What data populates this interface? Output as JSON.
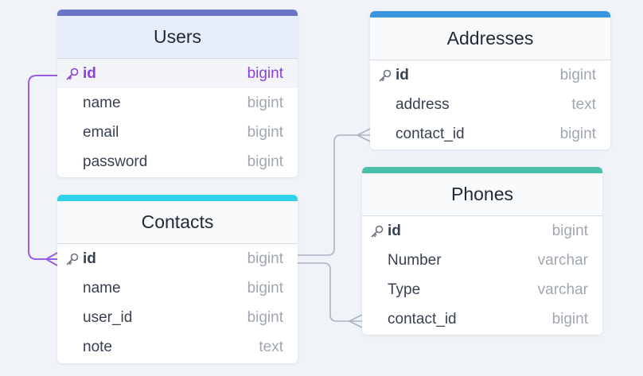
{
  "colors": {
    "users_accent": "#6b73c8",
    "contacts_accent": "#2ed3ea",
    "addresses_accent": "#3a95e0",
    "phones_accent": "#4bbfa9",
    "highlight_relation": "#9b5de5",
    "relation_line": "#a9b4c2"
  },
  "tables": {
    "users": {
      "title": "Users",
      "fields": [
        {
          "name": "id",
          "type": "bigint",
          "pk": true,
          "highlight": true
        },
        {
          "name": "name",
          "type": "bigint"
        },
        {
          "name": "email",
          "type": "bigint"
        },
        {
          "name": "password",
          "type": "bigint"
        }
      ]
    },
    "contacts": {
      "title": "Contacts",
      "fields": [
        {
          "name": "id",
          "type": "bigint",
          "pk": true
        },
        {
          "name": "name",
          "type": "bigint"
        },
        {
          "name": "user_id",
          "type": "bigint"
        },
        {
          "name": "note",
          "type": "text"
        }
      ]
    },
    "addresses": {
      "title": "Addresses",
      "fields": [
        {
          "name": "id",
          "type": "bigint",
          "pk": true
        },
        {
          "name": "address",
          "type": "text"
        },
        {
          "name": "contact_id",
          "type": "bigint"
        }
      ]
    },
    "phones": {
      "title": "Phones",
      "fields": [
        {
          "name": "id",
          "type": "bigint",
          "pk": true
        },
        {
          "name": "Number",
          "type": "varchar"
        },
        {
          "name": "Type",
          "type": "varchar"
        },
        {
          "name": "contact_id",
          "type": "bigint"
        }
      ]
    }
  },
  "relations": [
    {
      "from": "users.id",
      "to": "contacts.id",
      "cardinality": "one-to-many",
      "highlighted": true
    },
    {
      "from": "contacts.id",
      "to": "addresses.contact_id",
      "cardinality": "one-to-many"
    },
    {
      "from": "contacts.id",
      "to": "phones.contact_id",
      "cardinality": "one-to-many"
    }
  ]
}
